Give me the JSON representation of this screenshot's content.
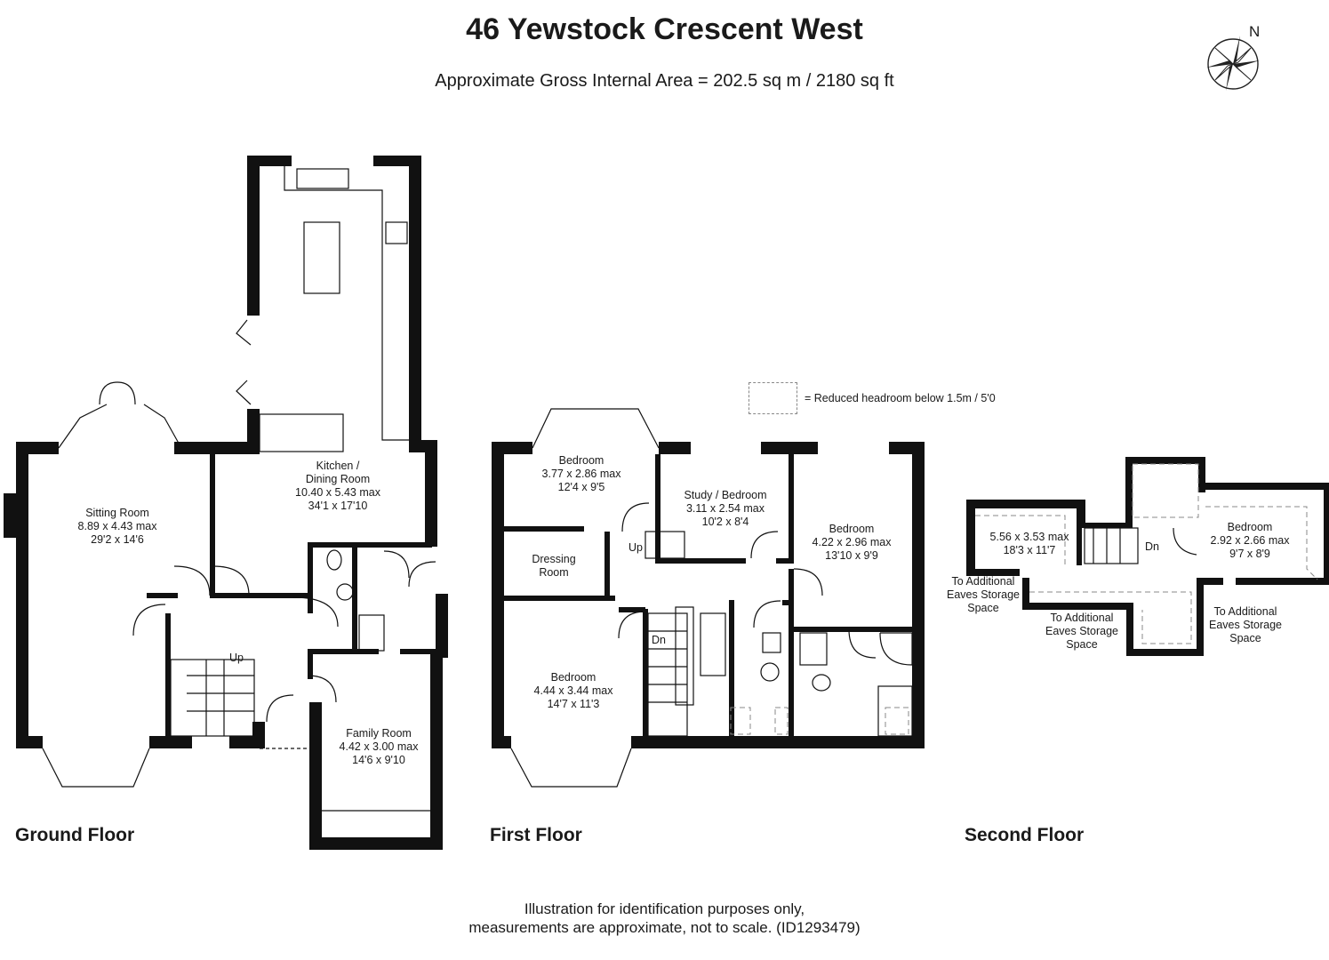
{
  "header": {
    "title": "46 Yewstock Crescent West",
    "area": "Approximate Gross Internal Area = 202.5 sq m / 2180 sq ft"
  },
  "compass": {
    "label": "N"
  },
  "legend": {
    "text": "= Reduced headroom below 1.5m / 5'0"
  },
  "floors": {
    "ground": "Ground Floor",
    "first": "First Floor",
    "second": "Second Floor"
  },
  "rooms": {
    "sitting": {
      "name": "Sitting Room",
      "metric": "8.89 x 4.43 max",
      "imperial": "29'2 x 14'6"
    },
    "kitchen": {
      "name1": "Kitchen /",
      "name2": "Dining Room",
      "metric": "10.40 x 5.43 max",
      "imperial": "34'1 x 17'10"
    },
    "family": {
      "name": "Family Room",
      "metric": "4.42 x 3.00 max",
      "imperial": "14'6 x 9'10"
    },
    "bed1": {
      "name": "Bedroom",
      "metric": "3.77 x 2.86 max",
      "imperial": "12'4 x 9'5"
    },
    "study": {
      "name": "Study / Bedroom",
      "metric": "3.11 x 2.54 max",
      "imperial": "10'2 x 8'4"
    },
    "bed2": {
      "name": "Bedroom",
      "metric": "4.22 x 2.96 max",
      "imperial": "13'10 x 9'9"
    },
    "dressing": {
      "name1": "Dressing",
      "name2": "Room"
    },
    "bed3": {
      "name": "Bedroom",
      "metric": "4.44 x 3.44 max",
      "imperial": "14'7 x 11'3"
    },
    "loft": {
      "metric": "5.56 x 3.53 max",
      "imperial": "18'3 x 11'7"
    },
    "bed4": {
      "name": "Bedroom",
      "metric": "2.92 x 2.66 max",
      "imperial": "9'7 x 8'9"
    }
  },
  "stairs": {
    "ground_up": "Up",
    "first_up": "Up",
    "first_dn": "Dn",
    "second_dn": "Dn"
  },
  "eaves": {
    "left": [
      "To Additional",
      "Eaves Storage",
      "Space"
    ],
    "middle": [
      "To Additional",
      "Eaves Storage",
      "Space"
    ],
    "right": [
      "To Additional",
      "Eaves Storage",
      "Space"
    ]
  },
  "footer": {
    "line1": "Illustration for identification purposes only,",
    "line2": "measurements are approximate, not to scale. (ID1293479)"
  }
}
